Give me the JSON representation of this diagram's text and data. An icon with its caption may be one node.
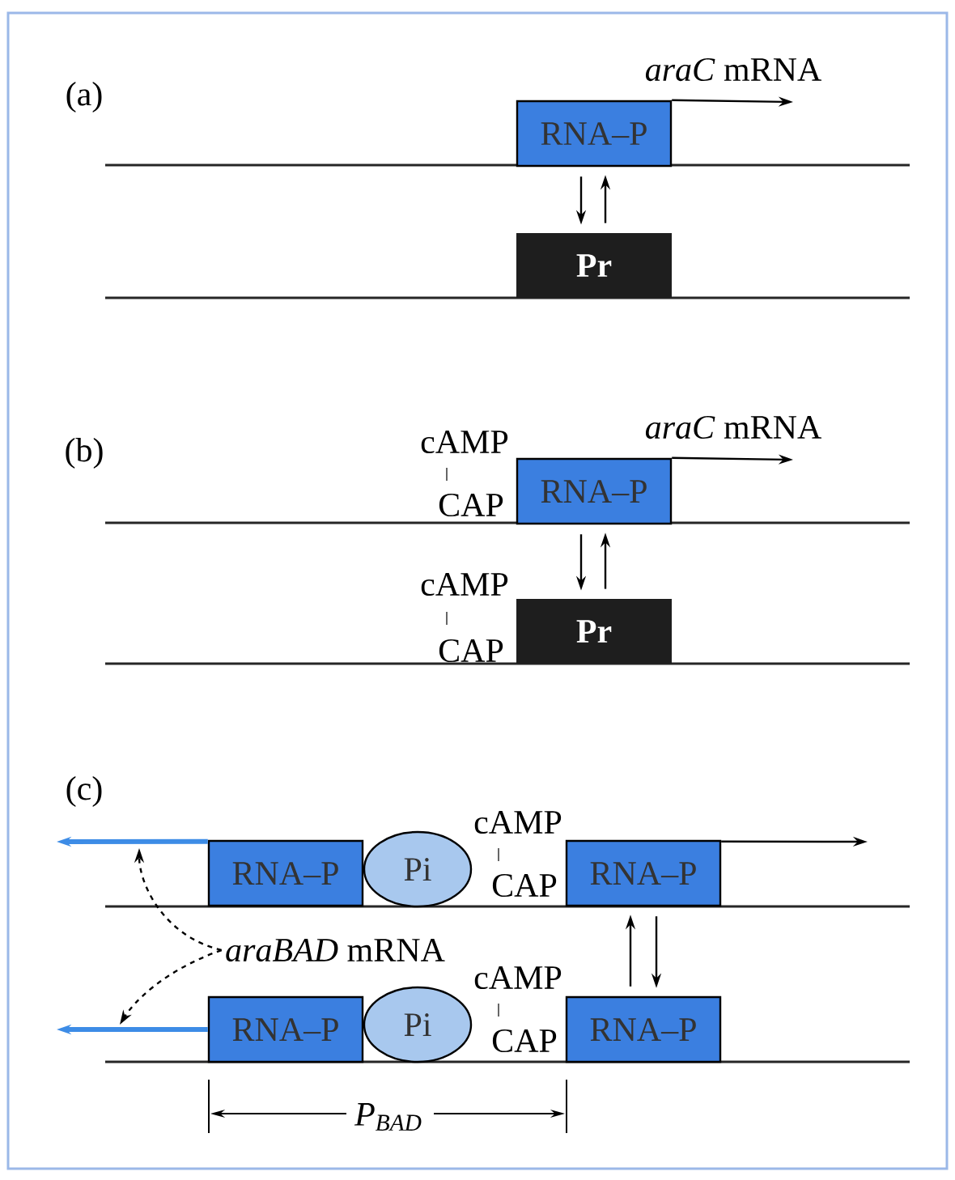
{
  "diagram": {
    "nodes": [
      {
        "text": [
          "RNA–P"
        ]
      },
      {
        "text": [
          "Pr"
        ]
      },
      {
        "text": [
          "RNA–P"
        ]
      },
      {
        "text": [
          "Pr"
        ]
      },
      {
        "text": [
          "RNA–P"
        ]
      },
      {
        "text": [
          "Pi"
        ]
      },
      {
        "text": [
          "RNA–P"
        ]
      },
      {
        "text": [
          "RNA–P"
        ]
      },
      {
        "text": [
          "Pi"
        ]
      },
      {
        "text": [
          "RNA–P"
        ]
      },
      {
        "text": [
          "*araBAD* mRNA"
        ]
      }
    ],
    "edges": [
      {
        "from": 0,
        "to": 1,
        "arrow": "to"
      },
      {
        "from": 1,
        "to": 0,
        "arrow": "to"
      },
      {
        "from": 0,
        "to": null,
        "arrow": "to",
        "label": "*araC* mRNA"
      },
      {
        "from": 2,
        "to": 3,
        "arrow": "to"
      },
      {
        "from": 3,
        "to": 2,
        "arrow": "to"
      },
      {
        "from": 2,
        "to": null,
        "arrow": "to",
        "label": "*araC* mRNA"
      },
      {
        "from": 9,
        "to": 6,
        "arrow": "to"
      },
      {
        "from": 6,
        "to": 9,
        "arrow": "to"
      },
      {
        "from": 6,
        "to": null,
        "arrow": "to"
      },
      {
        "from": 4,
        "to": null,
        "arrow": "to",
        "style": "thick",
        "color": "#3d8ce6"
      },
      {
        "from": 7,
        "to": null,
        "arrow": "to",
        "style": "thick",
        "color": "#3d8ce6"
      },
      {
        "from": 10,
        "to": null,
        "arrow": "to",
        "style": "dashed"
      },
      {
        "from": 10,
        "to": null,
        "arrow": "to",
        "style": "dashed"
      }
    ],
    "labels": [
      "(a)",
      "(b)",
      "cAMP",
      "CAP",
      "cAMP",
      "CAP",
      "(c)",
      "cAMP",
      "CAP",
      "cAMP",
      "CAP",
      "P$_{BAD}$"
    ]
  }
}
